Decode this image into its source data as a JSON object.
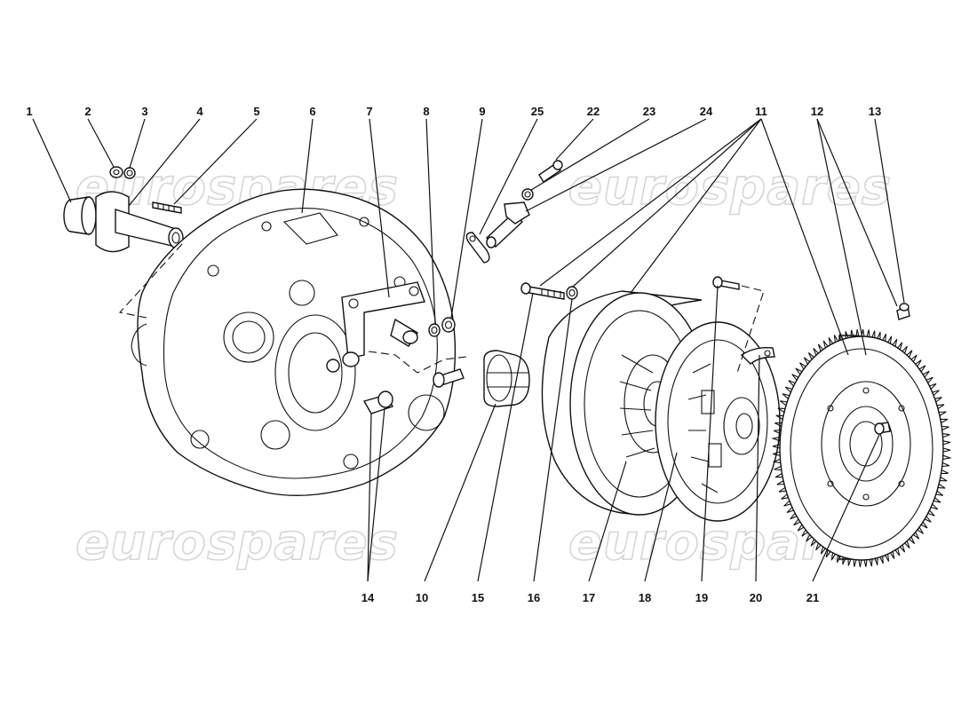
{
  "watermark": "eurospares",
  "callouts": {
    "c1": "1",
    "c2": "2",
    "c3": "3",
    "c4": "4",
    "c5": "5",
    "c6": "6",
    "c7": "7",
    "c8": "8",
    "c9": "9",
    "c10": "10",
    "c11": "11",
    "c12": "12",
    "c13": "13",
    "c14": "14",
    "c15": "15",
    "c16": "16",
    "c17": "17",
    "c18": "18",
    "c19": "19",
    "c20": "20",
    "c21": "21",
    "c22": "22",
    "c23": "23",
    "c24": "24",
    "c25": "25"
  }
}
